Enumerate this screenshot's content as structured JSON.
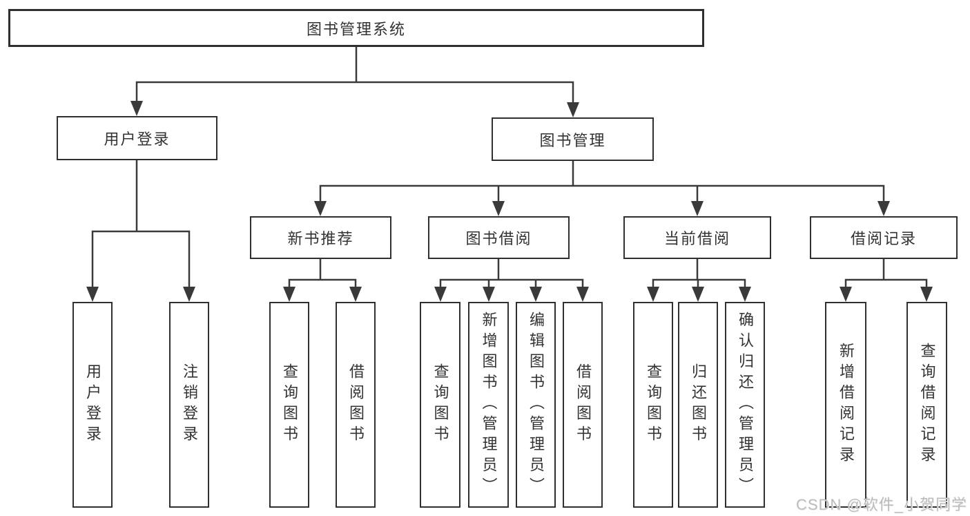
{
  "diagram": {
    "root": {
      "label": "图书管理系统"
    },
    "branches": [
      {
        "label": "用户登录",
        "leaves": [
          {
            "label": "用户登录"
          },
          {
            "label": "注销登录"
          }
        ]
      },
      {
        "label": "图书管理",
        "groups": [
          {
            "label": "新书推荐",
            "leaves": [
              {
                "label": "查询图书"
              },
              {
                "label": "借阅图书"
              }
            ]
          },
          {
            "label": "图书借阅",
            "leaves": [
              {
                "label": "查询图书"
              },
              {
                "label": "新增图书（管理员）"
              },
              {
                "label": "编辑图书（管理员）"
              },
              {
                "label": "借阅图书"
              }
            ]
          },
          {
            "label": "当前借阅",
            "leaves": [
              {
                "label": "查询图书"
              },
              {
                "label": "归还图书"
              },
              {
                "label": "确认归还（管理员）"
              }
            ]
          },
          {
            "label": "借阅记录",
            "leaves": [
              {
                "label": "新增借阅记录"
              },
              {
                "label": "查询借阅记录"
              }
            ]
          }
        ]
      }
    ]
  },
  "watermark": {
    "text": "CSDN @软件_小贺同学"
  },
  "colors": {
    "background": "#ffffff",
    "line": "#3a3a3a",
    "box_border": "#2f2f2f",
    "text": "#333333",
    "watermark": "#bcbcbc"
  }
}
